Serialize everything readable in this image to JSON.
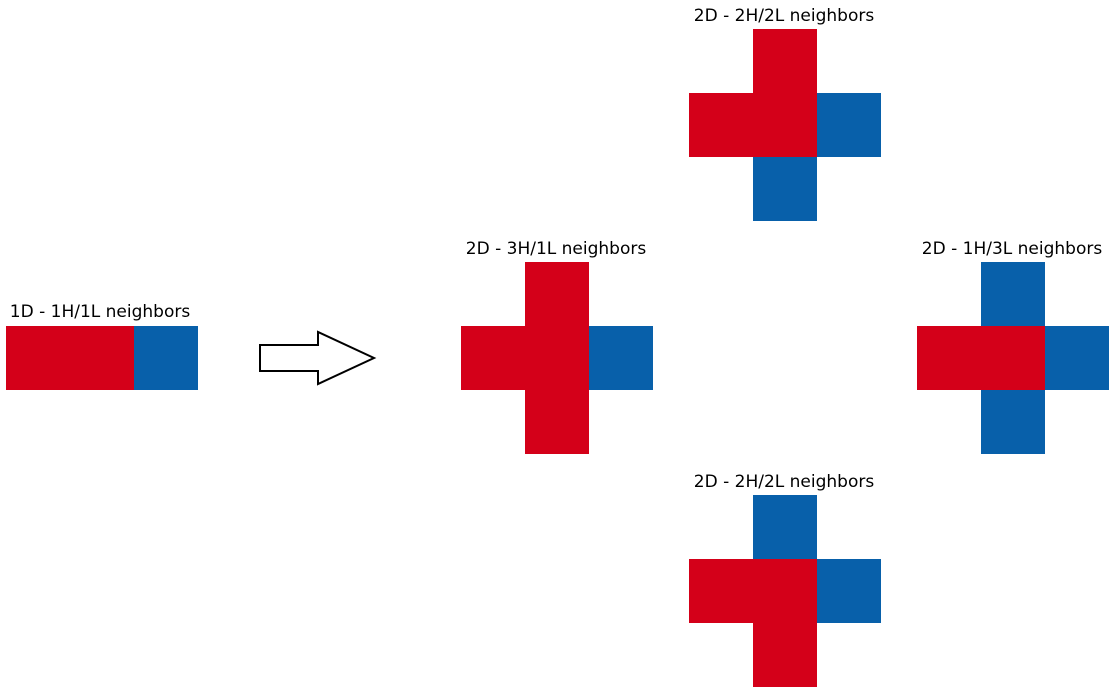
{
  "colors": {
    "H": "#d40019",
    "L": "#0860aa",
    "arrow_stroke": "#000000",
    "arrow_fill": "#ffffff"
  },
  "panels": [
    {
      "id": "1d",
      "title": "1D - 1H/1L neighbors",
      "cells": [
        {
          "col": 0,
          "row": 0,
          "type": "H"
        },
        {
          "col": 1,
          "row": 0,
          "type": "H"
        },
        {
          "col": 2,
          "row": 0,
          "type": "L"
        }
      ]
    },
    {
      "id": "2d-top",
      "title": "2D - 2H/2L neighbors",
      "cells": [
        {
          "col": 1,
          "row": 0,
          "type": "H"
        },
        {
          "col": 0,
          "row": 1,
          "type": "H"
        },
        {
          "col": 1,
          "row": 1,
          "type": "H"
        },
        {
          "col": 2,
          "row": 1,
          "type": "L"
        },
        {
          "col": 1,
          "row": 2,
          "type": "L"
        }
      ]
    },
    {
      "id": "2d-left",
      "title": "2D - 3H/1L neighbors",
      "cells": [
        {
          "col": 1,
          "row": 0,
          "type": "H"
        },
        {
          "col": 0,
          "row": 1,
          "type": "H"
        },
        {
          "col": 1,
          "row": 1,
          "type": "H"
        },
        {
          "col": 2,
          "row": 1,
          "type": "L"
        },
        {
          "col": 1,
          "row": 2,
          "type": "H"
        }
      ]
    },
    {
      "id": "2d-right",
      "title": "2D - 1H/3L neighbors",
      "cells": [
        {
          "col": 1,
          "row": 0,
          "type": "L"
        },
        {
          "col": 0,
          "row": 1,
          "type": "H"
        },
        {
          "col": 1,
          "row": 1,
          "type": "H"
        },
        {
          "col": 2,
          "row": 1,
          "type": "L"
        },
        {
          "col": 1,
          "row": 2,
          "type": "L"
        }
      ]
    },
    {
      "id": "2d-bottom",
      "title": "2D - 2H/2L neighbors",
      "cells": [
        {
          "col": 1,
          "row": 0,
          "type": "L"
        },
        {
          "col": 0,
          "row": 1,
          "type": "H"
        },
        {
          "col": 1,
          "row": 1,
          "type": "H"
        },
        {
          "col": 2,
          "row": 1,
          "type": "L"
        },
        {
          "col": 1,
          "row": 2,
          "type": "H"
        }
      ]
    }
  ]
}
